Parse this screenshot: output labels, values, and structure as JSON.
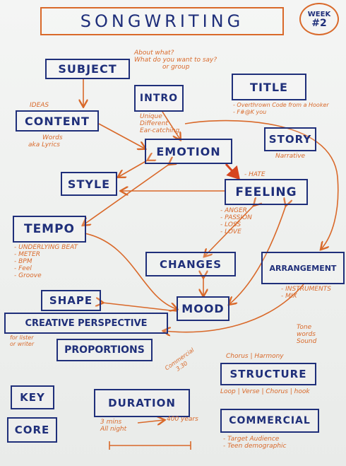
{
  "title": "SONGWRITING",
  "badge": {
    "label": "WEEK",
    "number": "#2"
  },
  "boxes": {
    "subject": "SUBJECT",
    "content": "CONTENT",
    "intro": "INTRO",
    "title": "TITLE",
    "story": "STORY",
    "emotion": "EMOTION",
    "style": "STYLE",
    "feeling": "FEELING",
    "tempo": "TEMPO",
    "changes": "CHANGES",
    "arrangement": "ARRANGEMENT",
    "shape": "SHAPE",
    "mood": "MOOD",
    "creative": "CREATIVE PERSPECTIVE",
    "proportions": "PROPORTIONS",
    "structure": "STRUCTURE",
    "key": "KEY",
    "core": "CORE",
    "duration": "DURATION",
    "commercial": "COMMERCIAL"
  },
  "notes": {
    "subject": [
      "About what?",
      "What do you want to say?",
      "or group"
    ],
    "content_ideas": "IDEAS",
    "content_words": [
      "Words",
      "aka Lyrics"
    ],
    "intro": [
      "Unique",
      "Different",
      "Ear-catching"
    ],
    "title": [
      "- Overthrown Code from a Hooker",
      "- F#@K you"
    ],
    "story": "Narrative",
    "feeling_hate": "- HATE",
    "feeling_list": [
      "- ANGER",
      "- PASSION",
      "- LOSS",
      "- LOVE"
    ],
    "tempo_list": [
      "- UNDERLYING BEAT",
      "- METER",
      "- BPM",
      "- Feel",
      "- Groove"
    ],
    "arrangement_list": [
      "- INSTRUMENTS",
      "- MIX"
    ],
    "creative": [
      "for lister",
      "or writer"
    ],
    "tone": [
      "Tone",
      "words",
      "Sound"
    ],
    "structure_top": "Chorus | Harmony",
    "structure_bottom": "Loop | Verse | Chorus | hook",
    "commercial_list": [
      "- Target Audience",
      "- Teen demographic"
    ],
    "duration_commercial": [
      "Commercial",
      "3.30"
    ],
    "duration_times": [
      "3 mins",
      "All night"
    ],
    "duration_years": "400 years"
  },
  "colors": {
    "ink_blue": "#1f2f7a",
    "marker_orange": "#d9692a",
    "paper": "#f1f3f1",
    "emphasis_red": "#d6451f"
  }
}
